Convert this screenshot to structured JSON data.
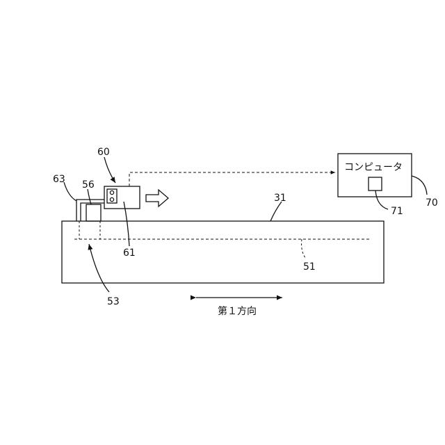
{
  "labels": {
    "device": "60",
    "wire": "63",
    "probe": "56",
    "sensor": "61",
    "plate": "31",
    "computer": "70",
    "computer_part": "71",
    "line": "51",
    "start": "53"
  },
  "computer_text": "コンピュータ",
  "direction_text": "第１方向"
}
